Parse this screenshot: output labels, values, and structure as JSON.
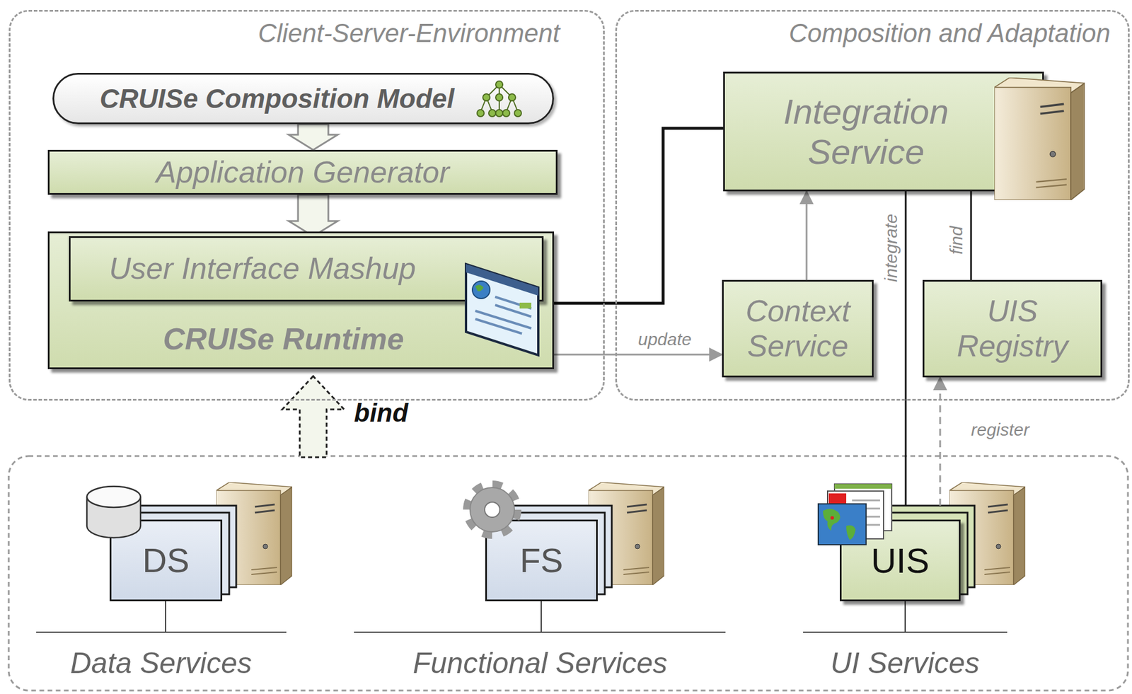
{
  "diagram": {
    "nodes": [
      {
        "text": [
          "Client-Server-Environment"
        ]
      },
      {
        "text": [
          "CRUISe Composition Model"
        ],
        "in": 0
      },
      {
        "text": [
          "Application Generator"
        ],
        "in": 0
      },
      {
        "text": [
          "CRUISe Runtime"
        ],
        "in": 0
      },
      {
        "text": [
          "User Interface Mashup"
        ],
        "in": 3
      },
      {
        "text": [
          "Composition and Adaptation"
        ]
      },
      {
        "text": [
          "Integration Service"
        ],
        "in": 5
      },
      {
        "text": [
          "Context Service"
        ],
        "in": 5
      },
      {
        "text": [
          "UIS Registry"
        ],
        "in": 5
      },
      {
        "text": [
          "DS"
        ]
      },
      {
        "text": [
          "FS"
        ]
      },
      {
        "text": [
          "UIS"
        ]
      }
    ],
    "edges": [
      {
        "from": 1,
        "to": 2,
        "arrow": "to"
      },
      {
        "from": 2,
        "to": 4,
        "arrow": "to"
      },
      {
        "from": 3,
        "to": 6,
        "arrow": "none"
      },
      {
        "from": 3,
        "to": 7,
        "label": "update",
        "arrow": "to"
      },
      {
        "from": 7,
        "to": 6,
        "arrow": "to"
      },
      {
        "from": 6,
        "to": 11,
        "label": "integrate",
        "arrow": "none"
      },
      {
        "from": 6,
        "to": 8,
        "label": "find",
        "arrow": "none"
      },
      {
        "from": 11,
        "to": 8,
        "label": "register",
        "arrow": "to"
      }
    ],
    "labels": [
      "bind",
      "Data Services",
      "Functional Services",
      "UI Services"
    ]
  }
}
